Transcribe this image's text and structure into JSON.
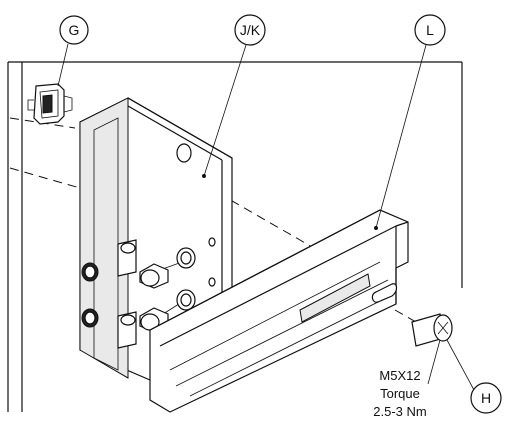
{
  "callouts": {
    "g": "G",
    "jk": "J/K",
    "l": "L",
    "h": "H"
  },
  "note": {
    "screw": "M5X12",
    "torque_label": "Torque",
    "torque_value": "2.5-3 Nm"
  }
}
